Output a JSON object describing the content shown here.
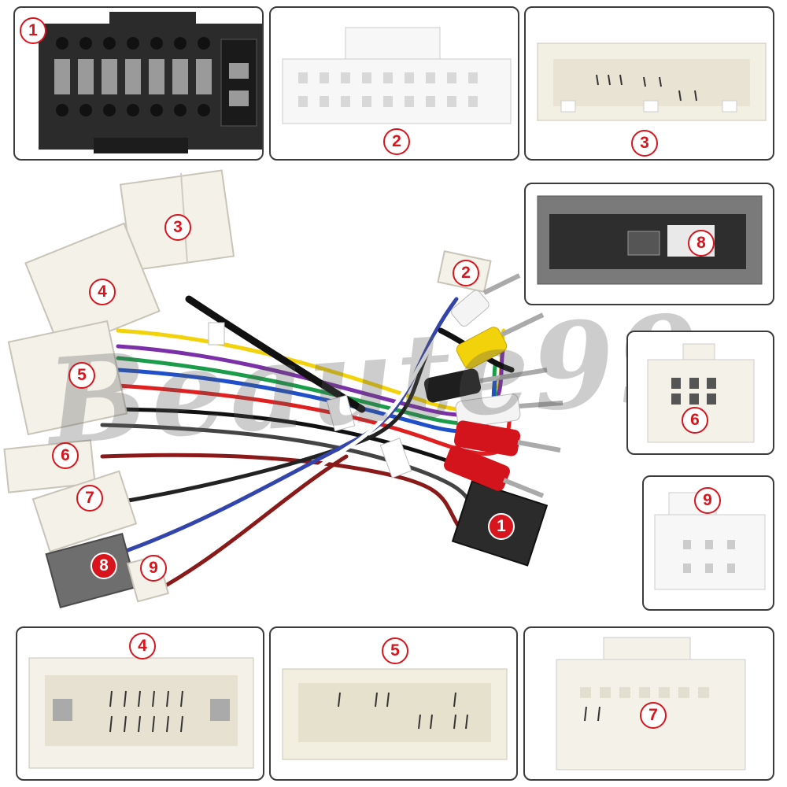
{
  "colors": {
    "badge_red": "#d8141c",
    "connector_white": "#f4f1e8",
    "connector_black": "#2b2b2b",
    "connector_grey": "#6e6e6e",
    "rca_red": "#d4141c",
    "rca_yellow": "#f2d20a"
  },
  "panels": [
    {
      "label": "1"
    },
    {
      "label": "2"
    },
    {
      "label": "3"
    },
    {
      "label": "8"
    },
    {
      "label": "6"
    },
    {
      "label": "9"
    },
    {
      "label": "4"
    },
    {
      "label": "5"
    },
    {
      "label": "7"
    }
  ],
  "harness_labels": [
    "3",
    "2",
    "4",
    "5",
    "6",
    "7",
    "8",
    "9",
    "1"
  ],
  "watermark": "Beaute99"
}
